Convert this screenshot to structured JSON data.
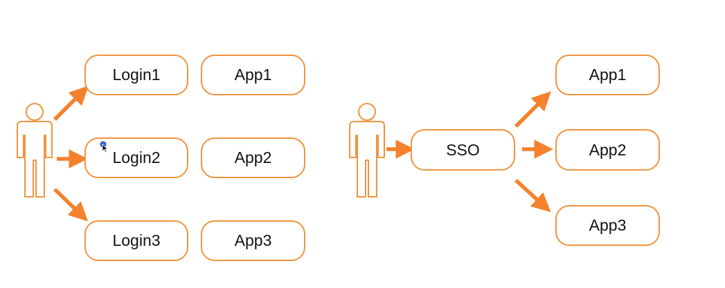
{
  "colors": {
    "accent": "#f0933e",
    "arrow": "#f5812c",
    "text": "#111111",
    "background": "#ffffff"
  },
  "without_sso": {
    "logins": [
      "Login1",
      "Login2",
      "Login3"
    ],
    "apps": [
      "App1",
      "App2",
      "App3"
    ]
  },
  "with_sso": {
    "hub": "SSO",
    "apps": [
      "App1",
      "App2",
      "App3"
    ]
  },
  "icons": {
    "person": "person-icon",
    "cursor": "mouse-cursor-icon"
  }
}
